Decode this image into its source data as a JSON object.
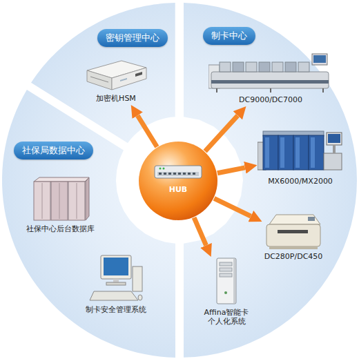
{
  "diagram": {
    "nodes": [
      {
        "text": [
          "密钥管理中心"
        ]
      },
      {
        "text": [
          "加密机HSM"
        ],
        "in": 0
      },
      {
        "text": [
          "制卡中心"
        ]
      },
      {
        "text": [
          "DC9000/DC7000"
        ],
        "in": 2
      },
      {
        "text": [
          "MX6000/MX2000"
        ],
        "in": 2
      },
      {
        "text": [
          "DC280P/DC450"
        ],
        "in": 2
      },
      {
        "text": [
          "Affina智能卡 个人化系统"
        ],
        "in": 2
      },
      {
        "text": [
          "社保局数据中心"
        ]
      },
      {
        "text": [
          "社保中心后台数据库"
        ],
        "in": 7
      },
      {
        "text": [
          "制卡安全管理系统"
        ],
        "in": 7
      },
      {
        "text": [
          "HUB"
        ]
      }
    ],
    "edges": [
      {
        "from": 10,
        "to": 1,
        "arrow": "to"
      },
      {
        "from": 10,
        "to": 3,
        "arrow": "to"
      },
      {
        "from": 10,
        "to": 4,
        "arrow": "to"
      },
      {
        "from": 10,
        "to": 5,
        "arrow": "to"
      },
      {
        "from": 10,
        "to": 6,
        "arrow": "to"
      }
    ]
  }
}
